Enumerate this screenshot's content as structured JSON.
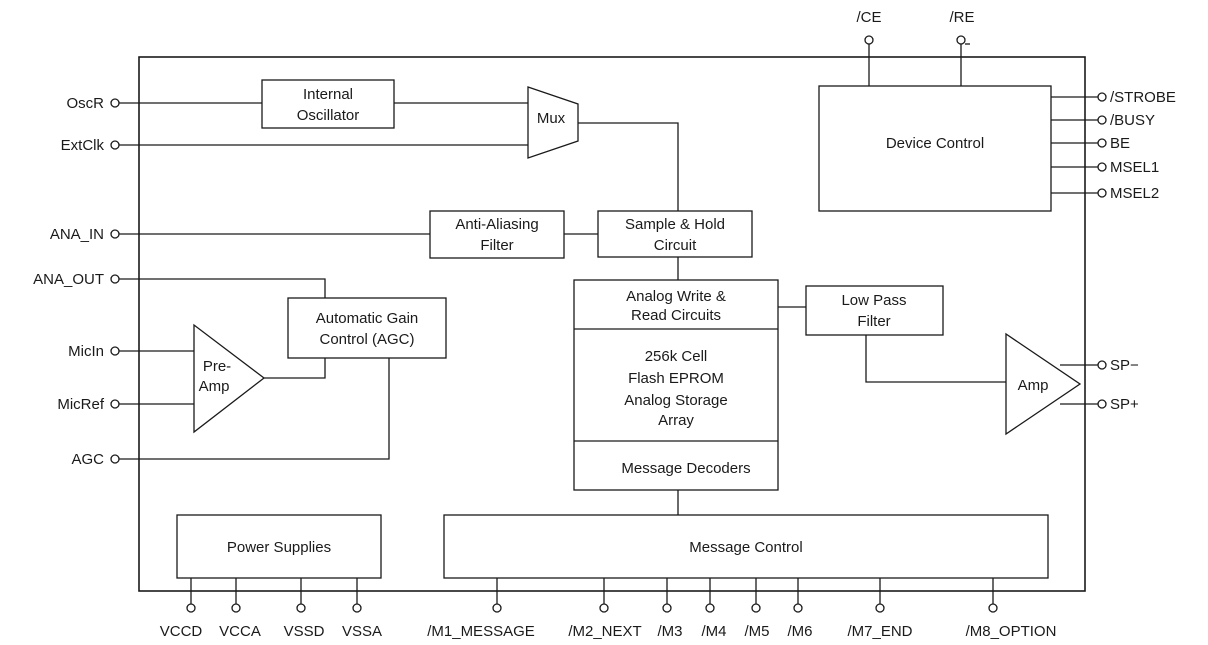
{
  "pins": {
    "left": [
      "OscR",
      "ExtClk",
      "ANA_IN",
      "ANA_OUT",
      "MicIn",
      "MicRef",
      "AGC"
    ],
    "top": [
      "/CE",
      "/RE"
    ],
    "right": [
      "/STROBE",
      "/BUSY",
      "BE",
      "MSEL1",
      "MSEL2",
      "SP−",
      "SP+"
    ],
    "bottom": [
      "VCCD",
      "VCCA",
      "VSSD",
      "VSSA",
      "/M1_MESSAGE",
      "/M2_NEXT",
      "/M3",
      "/M4",
      "/M5",
      "/M6",
      "/M7_END",
      "/M8_OPTION"
    ]
  },
  "blocks": {
    "internal_oscillator": [
      "Internal",
      "Oscillator"
    ],
    "mux": "Mux",
    "device_control": "Device Control",
    "anti_aliasing": [
      "Anti-Aliasing",
      "Filter"
    ],
    "sample_hold": [
      "Sample & Hold",
      "Circuit"
    ],
    "analog_write_read": [
      "Analog Write &",
      "Read Circuits"
    ],
    "low_pass": [
      "Low Pass",
      "Filter"
    ],
    "agc": [
      "Automatic Gain",
      "Control (AGC)"
    ],
    "preamp": [
      "Pre-",
      "Amp"
    ],
    "flash_array": [
      "256k Cell",
      "Flash EPROM",
      "Analog Storage",
      "Array"
    ],
    "message_decoders": "Message Decoders",
    "amp": "Amp",
    "power_supplies": "Power Supplies",
    "message_control": "Message Control"
  }
}
